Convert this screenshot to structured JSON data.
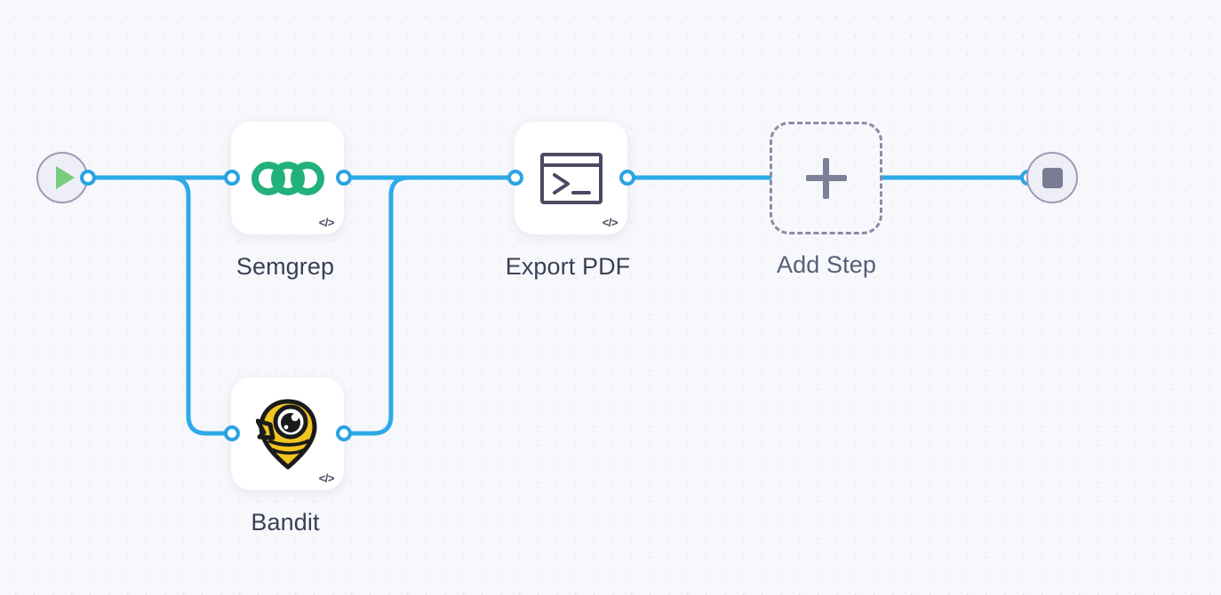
{
  "canvas": {
    "background_color": "#f7f8fc",
    "dot_color": "#e2e3ee",
    "edge_color": "#2daae8"
  },
  "start_node": {
    "name": "Start",
    "icon": "play-icon",
    "icon_color": "#77cc7d",
    "circle_color": "#eeeef7",
    "border_color": "#9b9bb4"
  },
  "stop_node": {
    "name": "Stop",
    "icon": "stop-square-icon",
    "icon_color": "#7b7b95",
    "circle_color": "#eeeef7",
    "border_color": "#9b9bb4"
  },
  "steps": [
    {
      "id": "semgrep",
      "label": "Semgrep",
      "icon": "semgrep-logo-icon",
      "icon_color": "#22b07b",
      "badge": "</>",
      "badge_icon": "code-badge-icon"
    },
    {
      "id": "bandit",
      "label": "Bandit",
      "icon": "bandit-logo-icon",
      "icon_color": "#f2c521",
      "badge": "</>",
      "badge_icon": "code-badge-icon"
    },
    {
      "id": "export-pdf",
      "label": "Export PDF",
      "icon": "terminal-icon",
      "icon_color": "#4a4a63",
      "badge": "</>",
      "badge_icon": "code-badge-icon"
    }
  ],
  "add_step": {
    "label": "Add Step",
    "icon": "plus-icon",
    "icon_color": "#7f7f99"
  }
}
